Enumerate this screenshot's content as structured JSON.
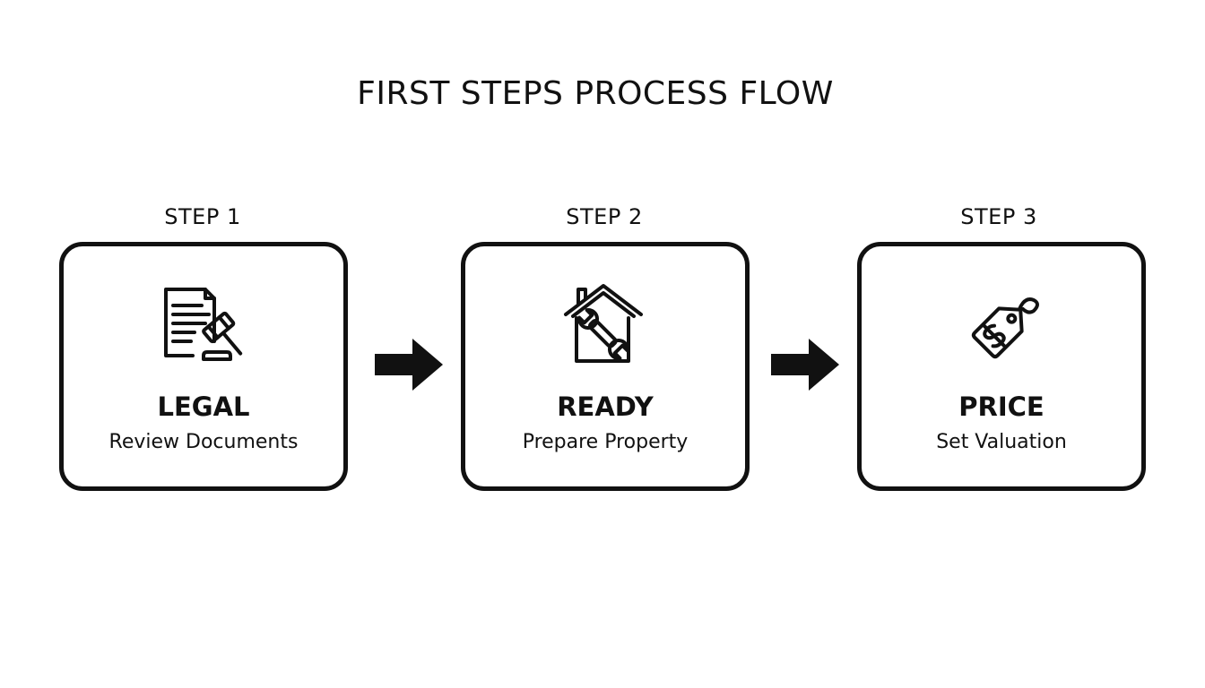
{
  "title": "FIRST STEPS PROCESS FLOW",
  "steps": [
    {
      "label": "STEP 1",
      "name": "LEGAL",
      "description": "Review Documents",
      "icon": "document-gavel-icon"
    },
    {
      "label": "STEP 2",
      "name": "READY",
      "description": "Prepare Property",
      "icon": "house-wrench-icon"
    },
    {
      "label": "STEP 3",
      "name": "PRICE",
      "description": "Set Valuation",
      "icon": "price-tag-icon"
    }
  ],
  "colors": {
    "foreground": "#111111",
    "background": "#ffffff"
  }
}
